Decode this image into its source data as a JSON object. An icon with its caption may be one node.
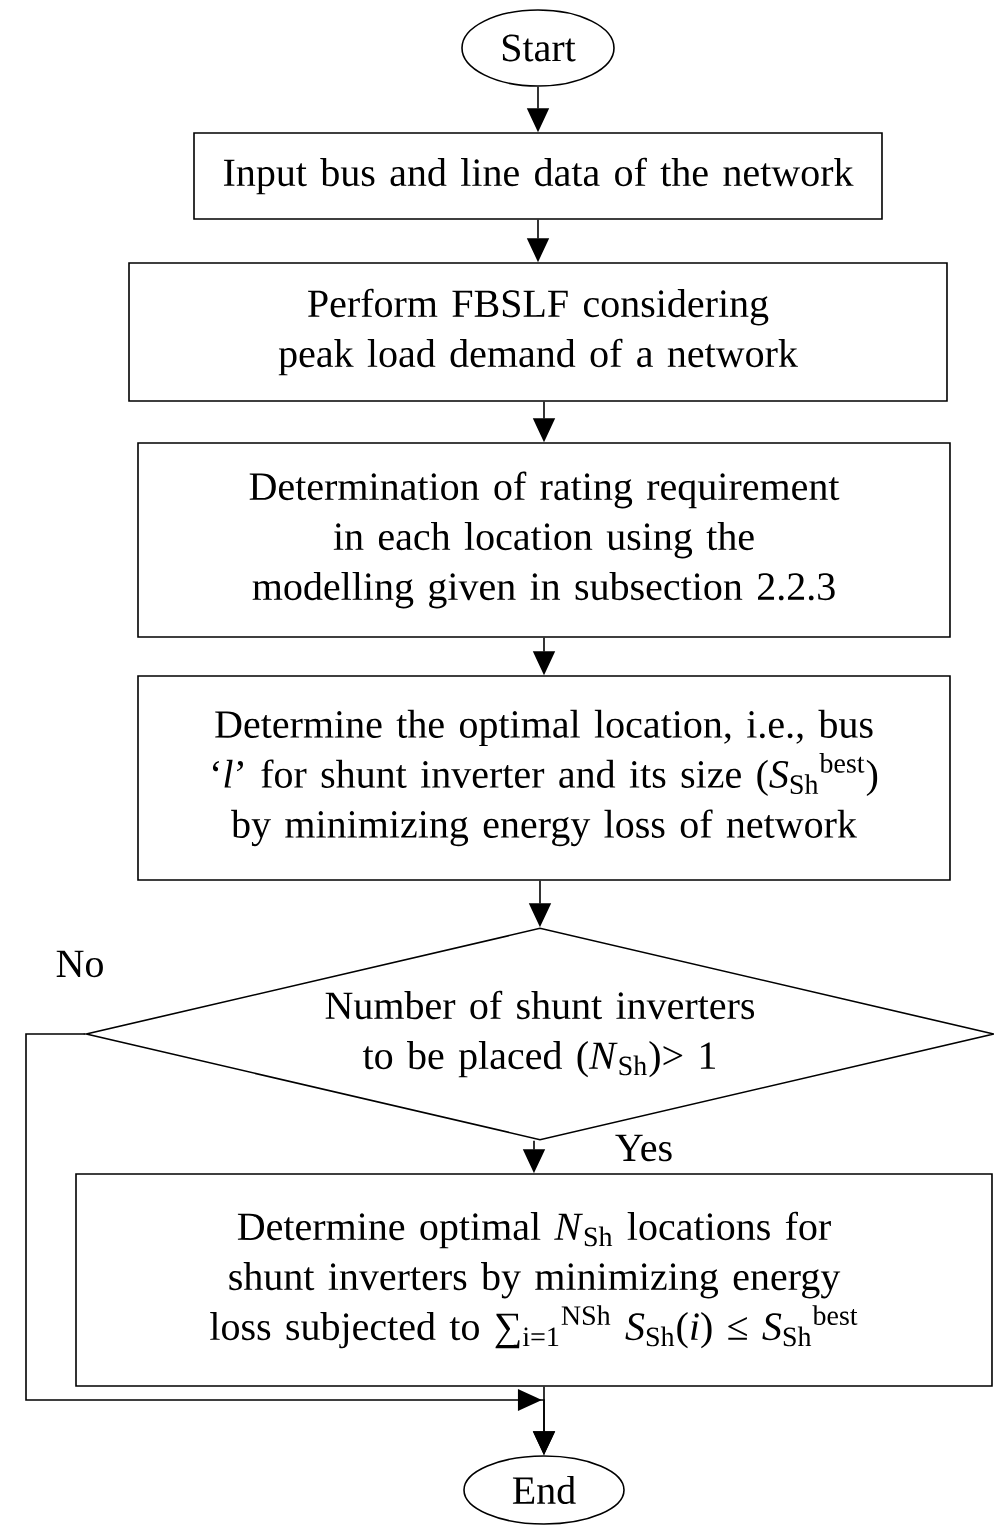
{
  "diagram": {
    "nodes": [
      {
        "text": [
          "Start"
        ]
      },
      {
        "text": [
          "Input bus and line data of the network"
        ]
      },
      {
        "text": [
          "Perform FBSLF considering peak load demand of a network"
        ]
      },
      {
        "text": [
          "Determination of rating requirement in each location using the modelling given in subsection 2.2.3"
        ]
      },
      {
        "text": [
          "Determine the optimal location, i.e., bus ‘*l*’ for shunt inverter and its size (*S*$_{Sh}$$^{best}$) by minimizing energy loss of network"
        ]
      },
      {
        "text": [
          "Number of shunt inverters to be placed (*N*$_{Sh}$)> 1"
        ]
      },
      {
        "text": [
          "Determine optimal *N*$_{Sh}$ locations for shunt inverters by minimizing energy loss subjected to ∑$_{i=1}$$^{NSh}$ *S*$_{Sh}$(*i*) ≤ *S*$_{Sh}$$^{best}$"
        ]
      },
      {
        "text": [
          "End"
        ]
      }
    ],
    "edges": [
      {
        "from": 0,
        "to": 1,
        "arrow": "to"
      },
      {
        "from": 1,
        "to": 2,
        "arrow": "to"
      },
      {
        "from": 2,
        "to": 3,
        "arrow": "to"
      },
      {
        "from": 3,
        "to": 4,
        "arrow": "to"
      },
      {
        "from": 4,
        "to": 5,
        "arrow": "to"
      },
      {
        "from": 5,
        "to": 6,
        "arrow": "to",
        "label": "Yes"
      },
      {
        "from": 5,
        "to": 7,
        "arrow": "to",
        "label": "No"
      },
      {
        "from": 6,
        "to": 7,
        "arrow": "to"
      }
    ]
  }
}
